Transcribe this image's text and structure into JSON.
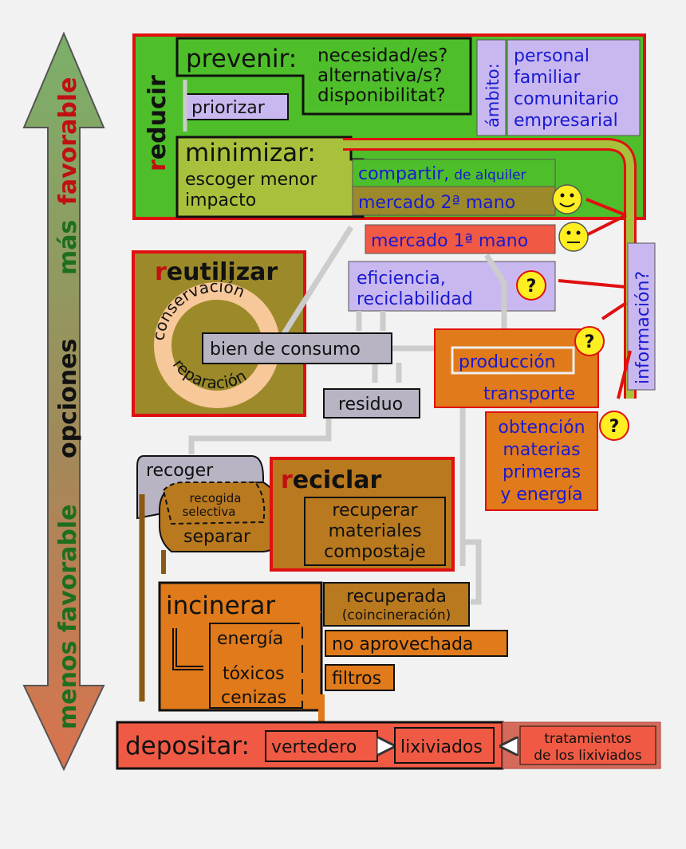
{
  "scale": {
    "top_label_green": "más",
    "top_label_red": "favorable",
    "middle_label": "opciones",
    "bottom_label_green": "menos favorable"
  },
  "reducir": {
    "title_r": "r",
    "title_rest": "educir",
    "prevenir": "prevenir:",
    "questions": [
      "necesidad/es?",
      "alternativa/s?",
      "disponibilitat?"
    ],
    "priorizar": "priorizar",
    "ambito_label": "ámbito:",
    "ambito_items": [
      "personal",
      "familiar",
      "comunitario",
      "empresarial"
    ],
    "minimizar": "minimizar:",
    "minimizar_lines": [
      "escoger menor",
      "impacto"
    ]
  },
  "market": {
    "compartir": "compartir,",
    "de_alquiler": "de alquiler",
    "mercado2": "mercado 2ª mano",
    "mercado1": "mercado 1ª mano",
    "eficiencia_lines": [
      "eficiencia,",
      "reciclabilidad"
    ]
  },
  "reutilizar": {
    "title_r": "r",
    "title_rest": "eutilizar",
    "conservacion": "conservación",
    "reparacion": "reparación"
  },
  "flow": {
    "bien": "bien de consumo",
    "residuo": "residuo",
    "produccion": "producción",
    "transporte": "transporte",
    "obtencion_lines": [
      "obtención",
      "materias",
      "primeras",
      "y energía"
    ],
    "informacion": "información?",
    "question_mark": "?"
  },
  "recoger": {
    "recoger": "recoger",
    "recogida_lines": [
      "recogida",
      "selectiva"
    ],
    "separar": "separar"
  },
  "reciclar": {
    "title_r": "r",
    "title_rest": "eciclar",
    "lines": [
      "recuperar",
      "materiales",
      "compostaje"
    ]
  },
  "incinerar": {
    "title": "incinerar",
    "energia": "energía",
    "toxicos": "tóxicos",
    "cenizas": "cenizas",
    "recuperada": "recuperada",
    "coincineracion": "(coincineración)",
    "no_aprovechada": "no aprovechada",
    "filtros": "filtros"
  },
  "depositar": {
    "title": "depositar:",
    "vertedero": "vertedero",
    "lixiviados": "lixiviados",
    "tratamientos_lines": [
      "tratamientos",
      "de los lixiviados"
    ]
  },
  "colors": {
    "green": "#4ebf2a",
    "olive_light": "#a8c13c",
    "olive": "#9c8a2a",
    "lavender": "#c9b8f0",
    "orange": "#e07a1a",
    "brown": "#b9791f",
    "red": "#f05a44",
    "grey": "#b8b4c4",
    "border_red": "#e01010",
    "blue_text": "#1a1ad0"
  }
}
